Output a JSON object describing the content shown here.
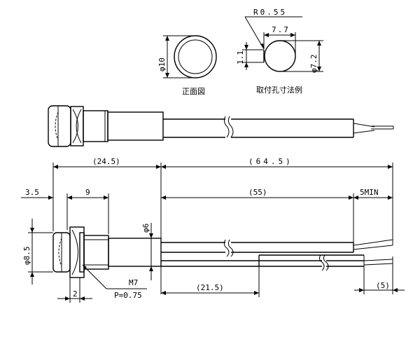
{
  "views": {
    "front": {
      "diameter_label": "φ10",
      "caption": "正面図"
    },
    "mounting_hole": {
      "radius_label": "R0.55",
      "width_label": "7.7",
      "height_label": "φ7.2",
      "flat_label": "1.1",
      "caption": "取付孔寸法例"
    }
  },
  "dimensions": {
    "overall_body": "(24.5)",
    "overall_lead": "(64.5)",
    "cap_depth": "3.5",
    "thread_span": "9",
    "body_dia": "φ6",
    "cap_dia": "φ8.5",
    "lead_span": "(55)",
    "lead_min": "5MIN",
    "thread_spec": "M7",
    "pitch_spec": "P=0.75",
    "flange": "2",
    "sleeve": "(21.5)",
    "tip": "(5)"
  }
}
